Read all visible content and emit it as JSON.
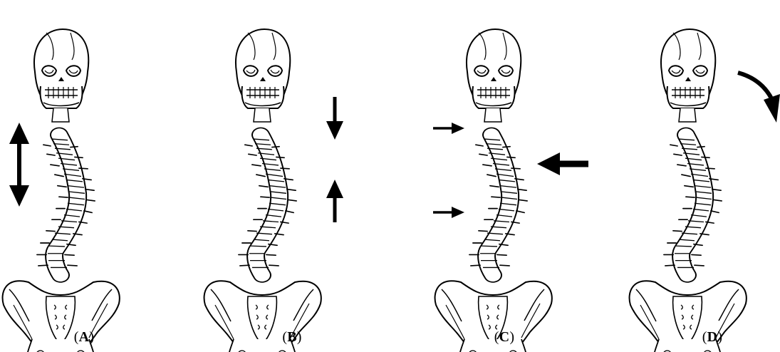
{
  "panels": [
    {
      "id": "A",
      "caption_open": "(",
      "caption_letter": "A",
      "caption_close": ")",
      "force": "distraction"
    },
    {
      "id": "B",
      "caption_open": "(",
      "caption_letter": "B",
      "caption_close": ")",
      "force": "compression"
    },
    {
      "id": "C",
      "caption_open": "(",
      "caption_letter": "C",
      "caption_close": ")",
      "force": "lateral-pressure"
    },
    {
      "id": "D",
      "caption_open": "(",
      "caption_letter": "D",
      "caption_close": ")",
      "force": "rotation"
    }
  ],
  "colors": {
    "stroke": "#000000",
    "fill": "#ffffff",
    "arrow": "#000000"
  }
}
